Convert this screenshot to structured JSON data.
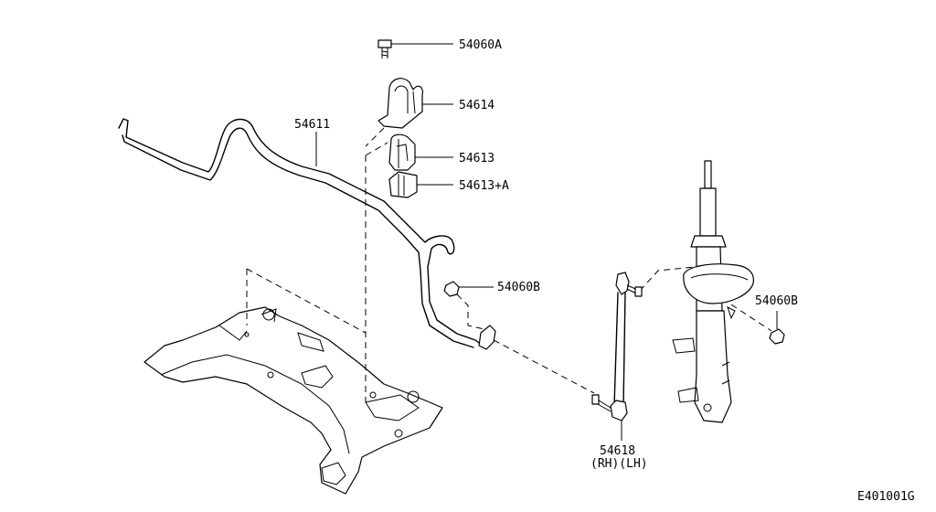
{
  "diagram_code": "E401001G",
  "labels": {
    "p54060A": "54060A",
    "p54614": "54614",
    "p54611": "54611",
    "p54613": "54613",
    "p54613A": "54613+A",
    "p54060B_left": "54060B",
    "p54060B_right": "54060B",
    "p54618": "54618",
    "p54618_side": "(RH)(LH)"
  },
  "colors": {
    "ink": "#000000",
    "background": "#ffffff"
  }
}
